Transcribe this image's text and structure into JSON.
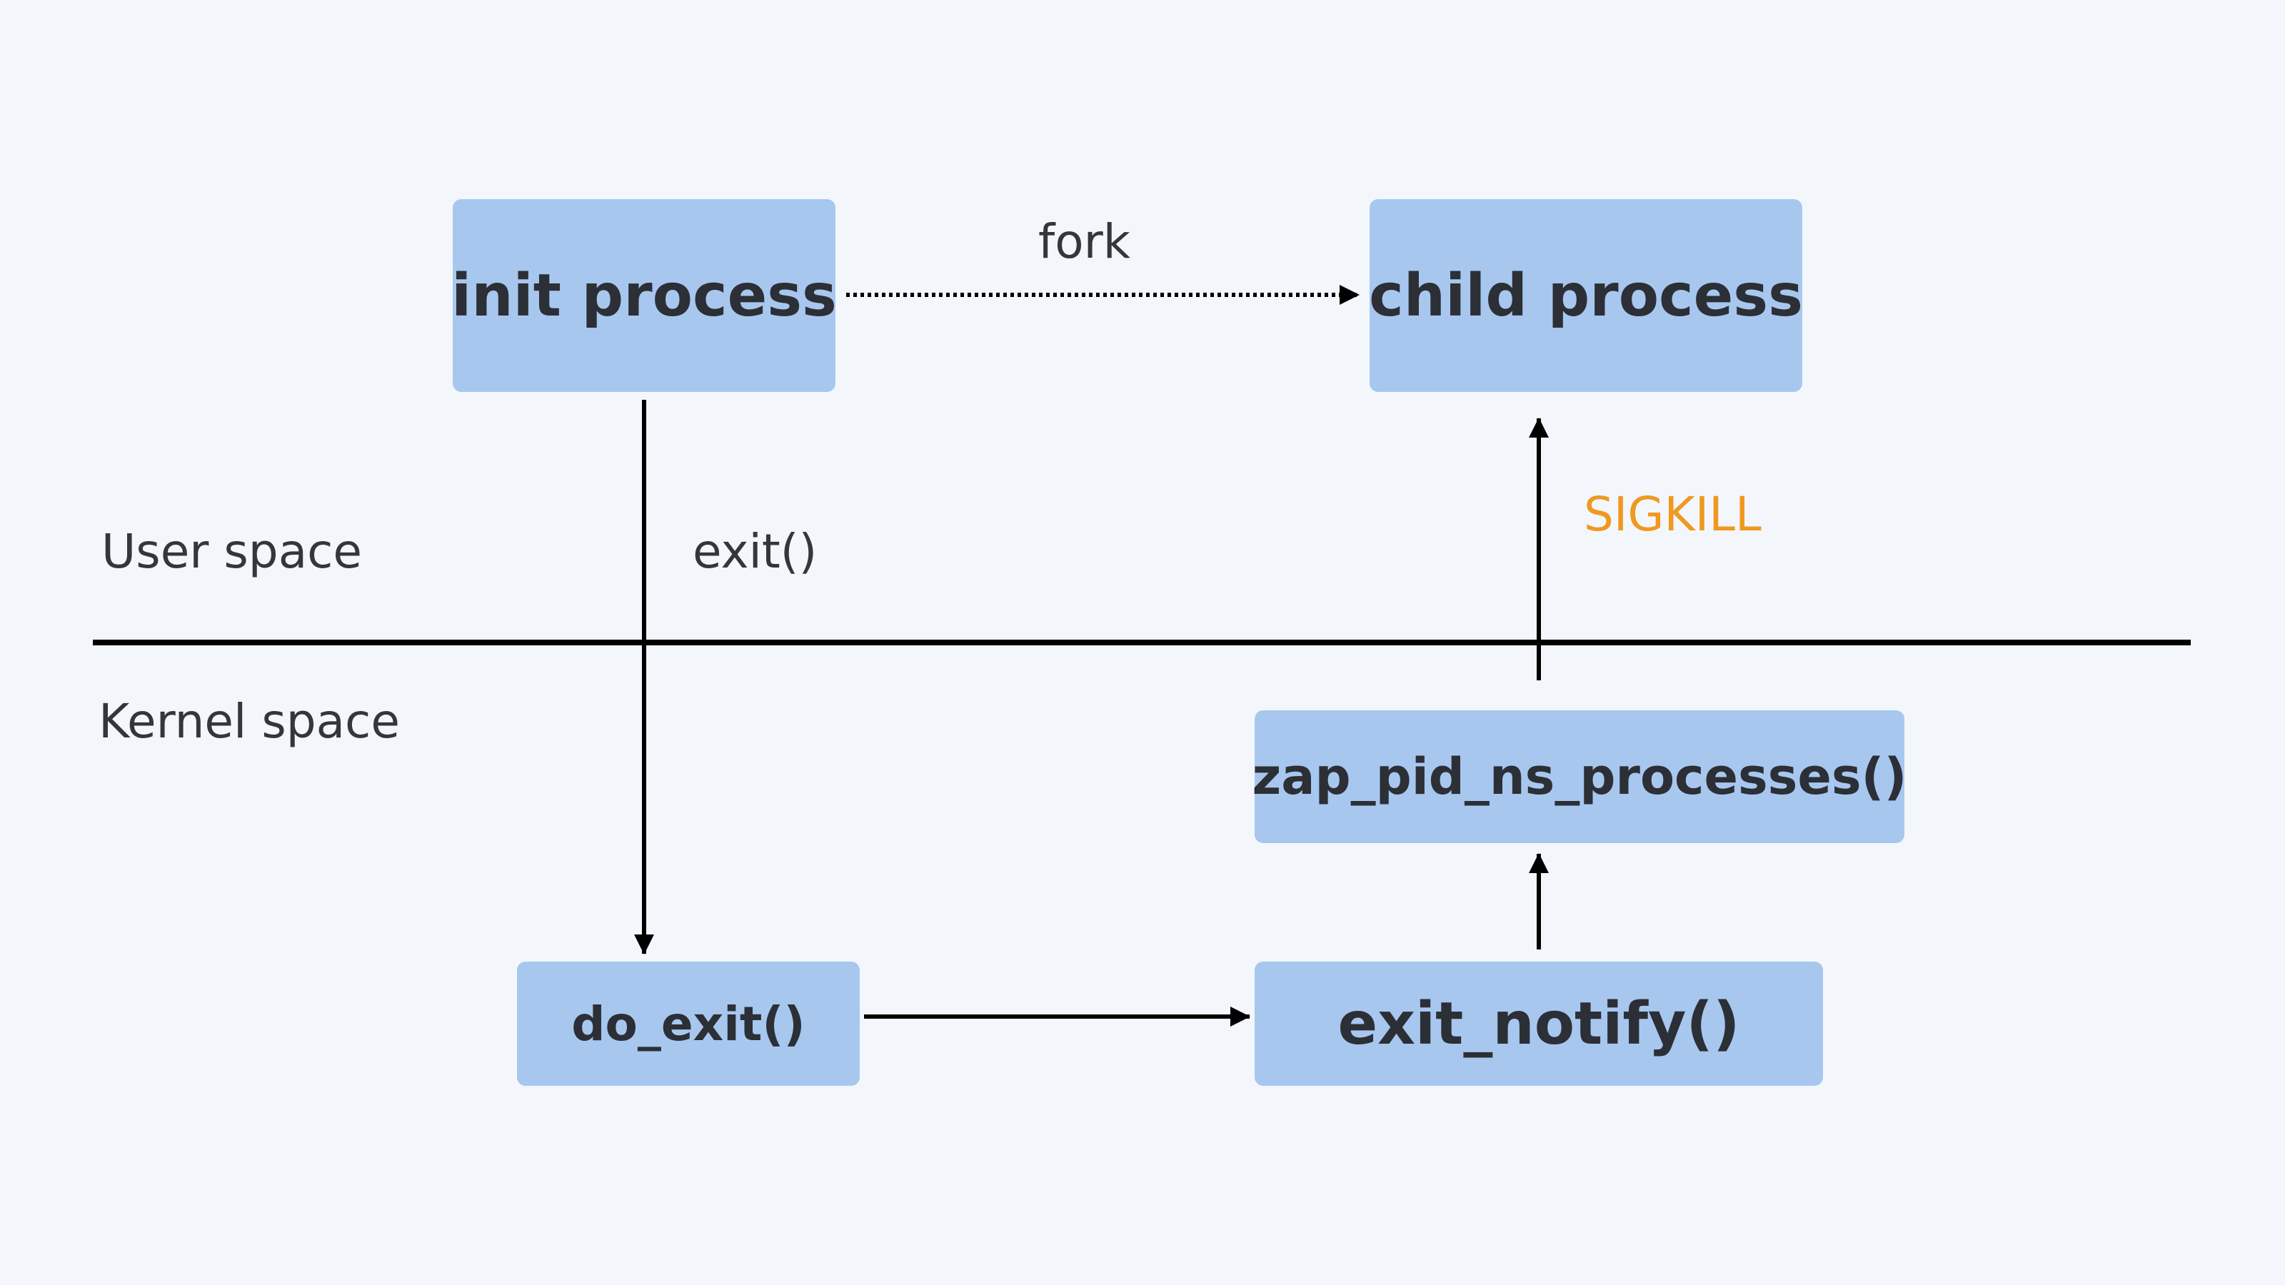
{
  "nodes": {
    "init_process": "init process",
    "child_process": "child process",
    "do_exit": "do_exit()",
    "exit_notify": "exit_notify()",
    "zap_pid_ns_processes": "zap_pid_ns_processes()"
  },
  "edges": {
    "fork": "fork",
    "exit": "exit()",
    "sigkill": "SIGKILL"
  },
  "regions": {
    "user_space": "User space",
    "kernel_space": "Kernel space"
  },
  "colors": {
    "background": "#f3f7fc",
    "node_fill": "#a7c7ef",
    "sigkill": "#f0981f",
    "line": "#000000"
  }
}
